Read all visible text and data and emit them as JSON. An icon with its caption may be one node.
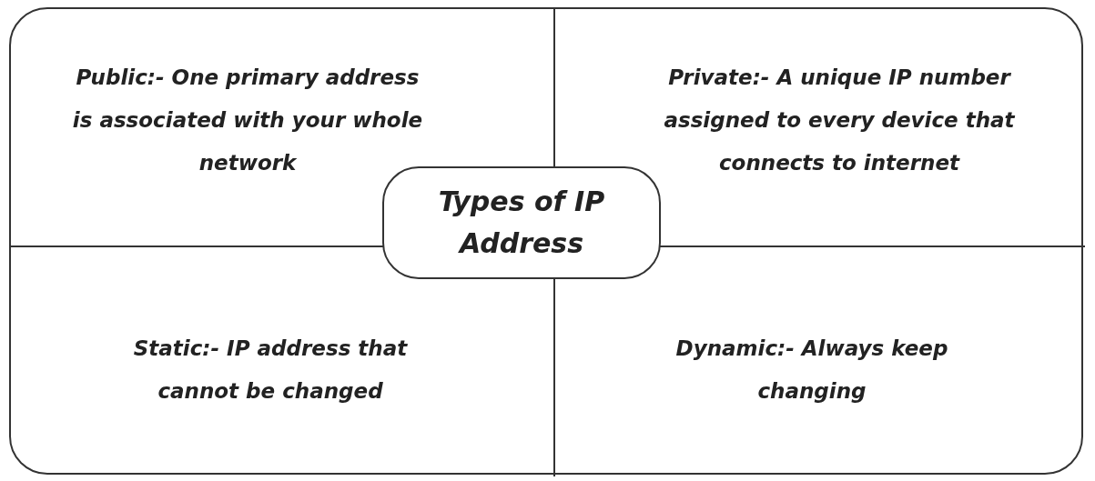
{
  "diagram": {
    "nodes": [
      {
        "text": [],
        "shape": "box"
      },
      {
        "text": [
          "Public:- One primary address is associated with your whole network"
        ],
        "in": 0
      },
      {
        "text": [
          "Private:- A unique IP number assigned to every device that connects to internet"
        ],
        "in": 0
      },
      {
        "text": [
          "Static:- IP address that cannot be changed"
        ],
        "in": 0
      },
      {
        "text": [
          "Dynamic:- Always keep changing"
        ],
        "in": 0
      },
      {
        "text": [
          "Types of IP Address"
        ],
        "in": 0
      }
    ],
    "edges": []
  }
}
